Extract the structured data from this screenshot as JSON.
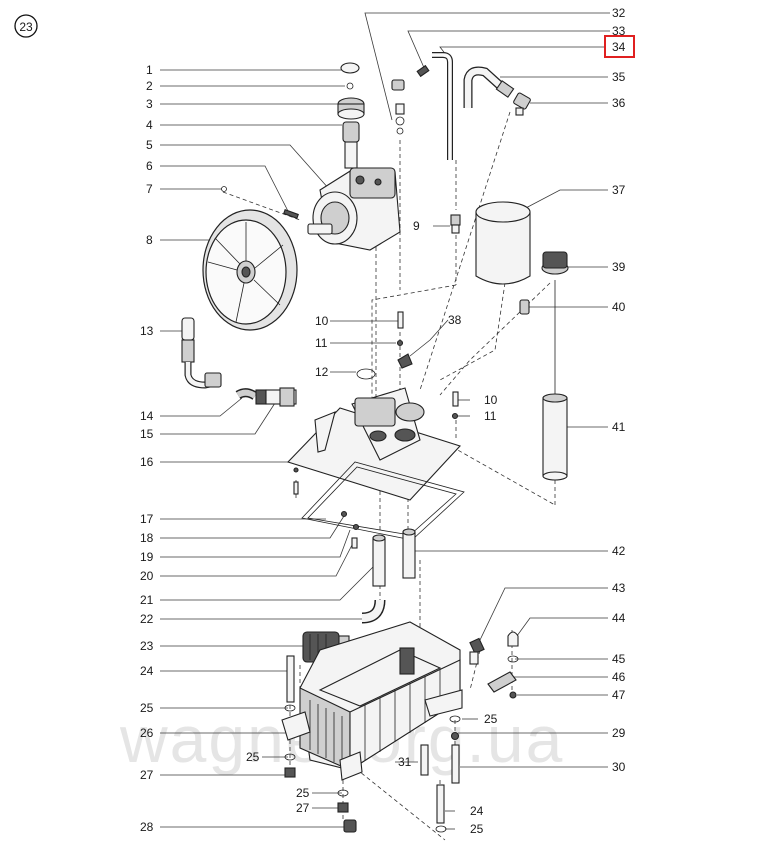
{
  "page_badge": "23",
  "highlight_color": "#e02020",
  "highlighted_label": "34",
  "watermark": "wagner.org.ua",
  "labels": {
    "l1": "1",
    "l2": "2",
    "l3": "3",
    "l4": "4",
    "l5": "5",
    "l6": "6",
    "l7": "7",
    "l8": "8",
    "l9": "9",
    "l10a": "10",
    "l10b": "10",
    "l11a": "11",
    "l11b": "11",
    "l12": "12",
    "l13": "13",
    "l14": "14",
    "l15": "15",
    "l16": "16",
    "l17": "17",
    "l18": "18",
    "l19": "19",
    "l20": "20",
    "l21": "21",
    "l22": "22",
    "l23": "23",
    "l24a": "24",
    "l24b": "24",
    "l25a": "25",
    "l25b": "25",
    "l25c": "25",
    "l25d": "25",
    "l25e": "25",
    "l26": "26",
    "l27a": "27",
    "l27b": "27",
    "l28": "28",
    "l29": "29",
    "l30": "30",
    "l31": "31",
    "l32": "32",
    "l33": "33",
    "l34": "34",
    "l35": "35",
    "l36": "36",
    "l37": "37",
    "l38": "38",
    "l39": "39",
    "l40": "40",
    "l41": "41",
    "l42": "42",
    "l43": "43",
    "l44": "44",
    "l45": "45",
    "l46": "46",
    "l47": "47"
  }
}
